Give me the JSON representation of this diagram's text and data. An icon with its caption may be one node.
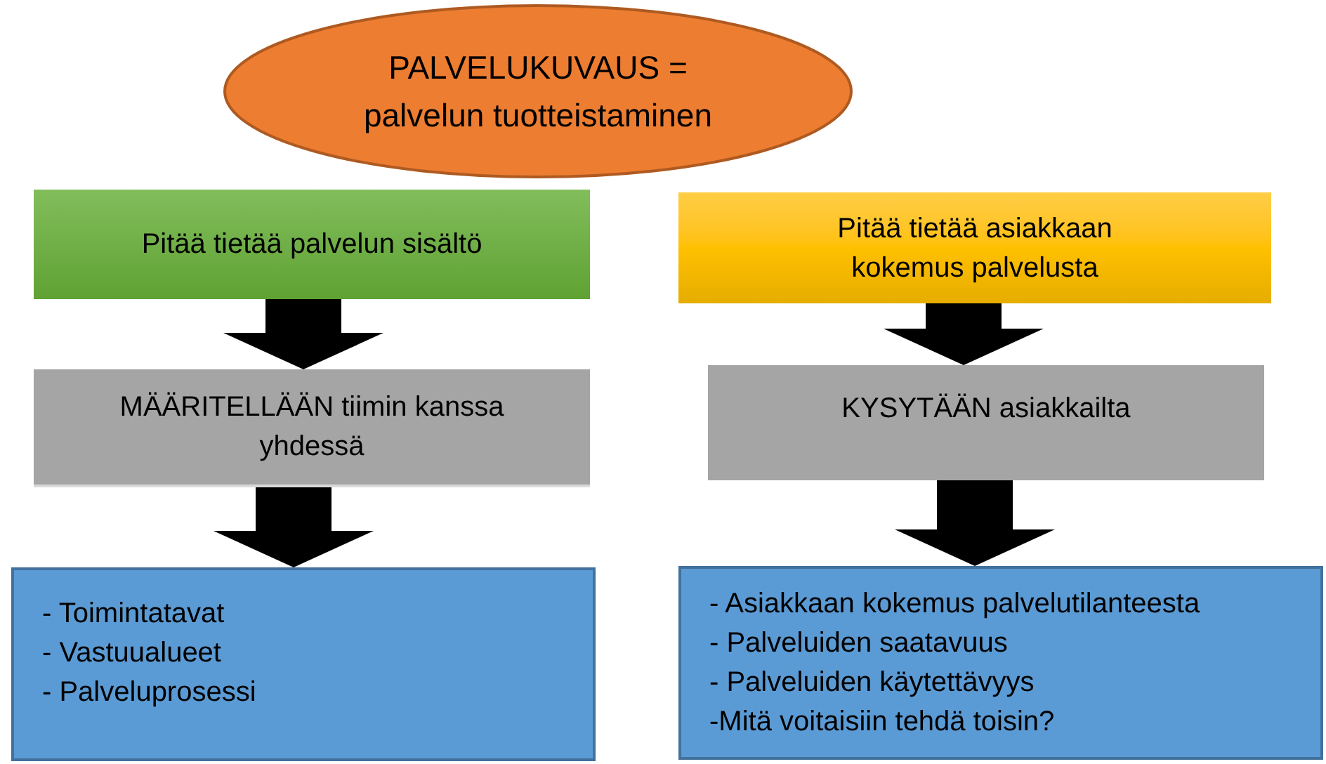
{
  "diagram": {
    "nodes": [
      {
        "text": [
          "PALVELUKUVAUS = palvelun tuotteistaminen"
        ]
      },
      {
        "text": [
          "Pitää tietää palvelun sisältö"
        ]
      },
      {
        "text": [
          "MÄÄRITELLÄÄN tiimin kanssa yhdessä"
        ]
      },
      {
        "text": [
          "- Toimintatavat",
          "- Vastuualueet",
          "- Palveluprosessi"
        ]
      },
      {
        "text": [
          "Pitää tietää asiakkaan kokemus palvelusta"
        ]
      },
      {
        "text": [
          "KYSYTÄÄN asiakkailta"
        ]
      },
      {
        "text": [
          "- Asiakkaan kokemus palvelutilanteesta",
          "- Palveluiden saatavuus",
          "- Palveluiden käytettävyys",
          "-Mitä voitaisiin tehdä toisin?"
        ]
      }
    ],
    "edges": [
      {
        "from": 1,
        "to": 2,
        "arrow": "to"
      },
      {
        "from": 2,
        "to": 3,
        "arrow": "to"
      },
      {
        "from": 4,
        "to": 5,
        "arrow": "to"
      },
      {
        "from": 5,
        "to": 6,
        "arrow": "to"
      }
    ]
  }
}
